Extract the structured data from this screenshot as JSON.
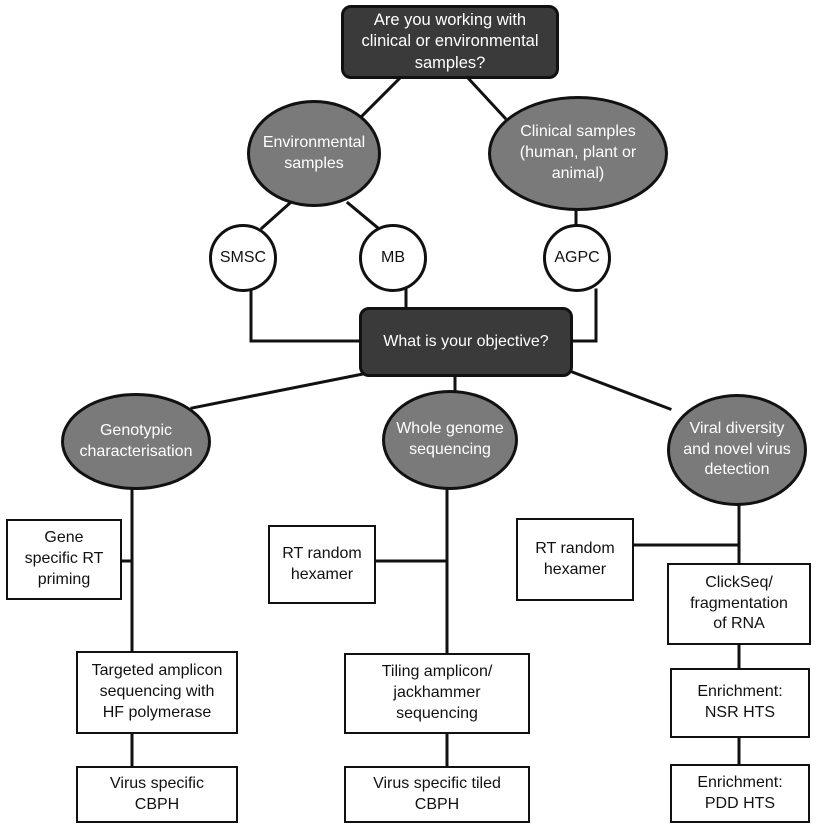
{
  "nodes": {
    "question_samples": "Are you working with\nclinical  or environmental\nsamples?",
    "environmental": "Environmental\nsamples",
    "clinical": "Clinical samples\n(human, plant or\nanimal)",
    "smsc": "SMSC",
    "mb": "MB",
    "agpc": "AGPC",
    "objective": "What is your objective?",
    "genotypic": "Genotypic\ncharacterisation",
    "whole_genome": "Whole genome\nsequencing",
    "viral_diversity": "Viral diversity\nand novel virus\ndetection",
    "gene_specific": "Gene\nspecific RT\npriming",
    "targeted_amplicon": "Targeted amplicon\nsequencing with\nHF polymerase",
    "virus_specific": "Virus specific\nCBPH",
    "rt_random_1": "RT random\nhexamer",
    "tiling_amplicon": "Tiling amplicon/\njackhammer\nsequencing",
    "virus_specific_tiled": "Virus specific tiled\nCBPH",
    "rt_random_2": "RT random\nhexamer",
    "clickseq": "ClickSeq/\nfragmentation\nof RNA",
    "enrichment_nsr": "Enrichment:\nNSR HTS",
    "enrichment_pdd": "Enrichment:\nPDD HTS"
  }
}
